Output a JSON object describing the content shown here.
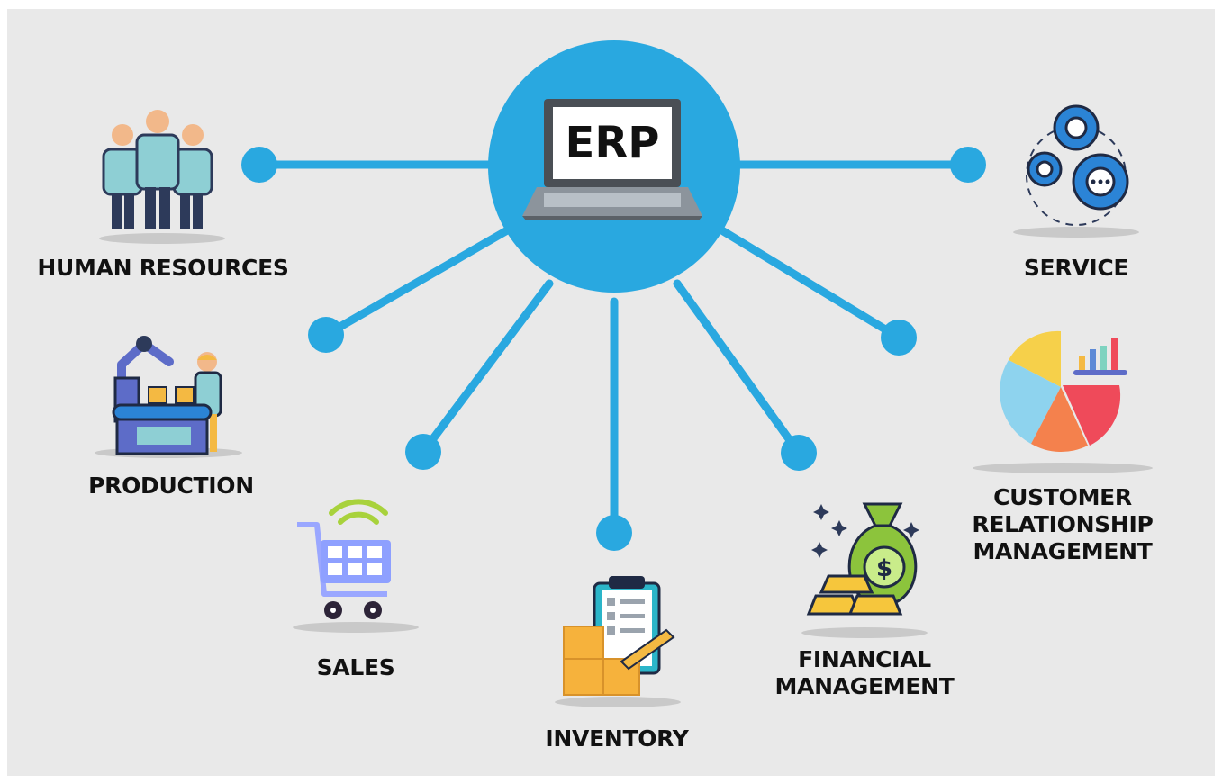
{
  "center": {
    "label": "ERP"
  },
  "modules": [
    {
      "id": "human-resources",
      "lines": [
        "HUMAN RESOURCES"
      ],
      "icon": "people-group-icon"
    },
    {
      "id": "service",
      "lines": [
        "SERVICE"
      ],
      "icon": "gears-icon"
    },
    {
      "id": "production",
      "lines": [
        "PRODUCTION"
      ],
      "icon": "robot-factory-icon"
    },
    {
      "id": "customer-relationship-management",
      "lines": [
        "CUSTOMER",
        "RELATIONSHIP",
        "MANAGEMENT"
      ],
      "icon": "pie-chart-icon"
    },
    {
      "id": "sales",
      "lines": [
        "SALES"
      ],
      "icon": "shopping-cart-icon"
    },
    {
      "id": "financial-management",
      "lines": [
        "FINANCIAL",
        "MANAGEMENT"
      ],
      "icon": "money-bag-gold-icon"
    },
    {
      "id": "inventory",
      "lines": [
        "INVENTORY"
      ],
      "icon": "clipboard-boxes-icon"
    }
  ],
  "colors": {
    "hub": "#29a8e0",
    "background": "#e9e9e9",
    "text": "#111111"
  }
}
